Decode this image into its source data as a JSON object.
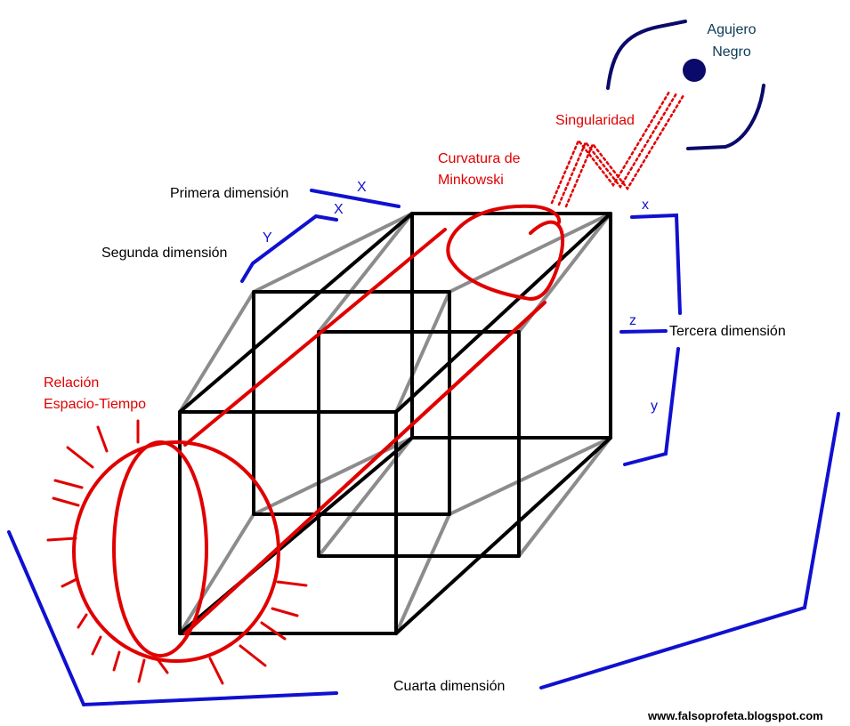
{
  "labels": {
    "agujero_line1": "Agujero",
    "agujero_line2": "Negro",
    "singularidad": "Singularidad",
    "curvatura_line1": "Curvatura de",
    "curvatura_line2": "Minkowski",
    "primera": "Primera dimensión",
    "segunda": "Segunda dimensión",
    "tercera": "Tercera dimensión",
    "cuarta": "Cuarta dimensión",
    "relacion_line1": "Relación",
    "relacion_line2": "Espacio-Tiempo",
    "axis_X_upper": "X",
    "axis_X_lower": "X",
    "axis_Y": "Y",
    "axis_x": "x",
    "axis_z": "z",
    "axis_y": "y",
    "website": "www.falsoprofeta.blogspot.com"
  },
  "colors": {
    "cube_black": "#000000",
    "cube_gray": "#8c8c8c",
    "curve_red": "#e00000",
    "axis_blue": "#1010d0",
    "black_hole": "#0a0a6a",
    "label_navy": "#0b3a55"
  }
}
